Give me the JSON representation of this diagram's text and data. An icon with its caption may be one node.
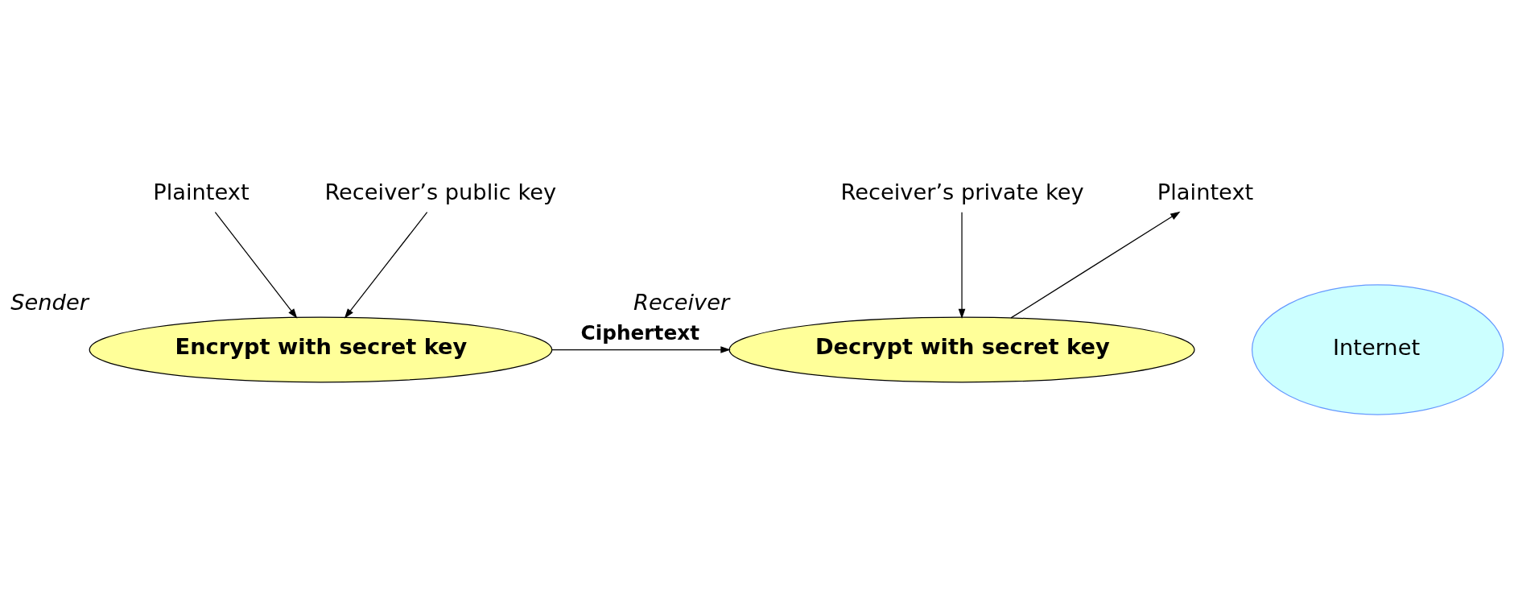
{
  "diagram": {
    "nodes": [
      {
        "text": [
          "Plaintext"
        ]
      },
      {
        "text": [
          "Receiver’s public key"
        ]
      },
      {
        "text": [
          "Plaintext"
        ]
      },
      {
        "text": [
          "Receiver’s private key"
        ]
      },
      {
        "text": [
          "Encrypt with secret key"
        ],
        "beside": [
          "Sender"
        ]
      },
      {
        "text": [
          "Internet"
        ]
      },
      {
        "text": [
          "Decrypt with secret key"
        ],
        "beside": [
          "Receiver"
        ]
      }
    ],
    "edges": [
      {
        "from": 0,
        "to": 4,
        "arrow": "to"
      },
      {
        "from": 1,
        "to": 4,
        "arrow": "to"
      },
      {
        "from": 4,
        "to": 6,
        "arrow": "to",
        "label": "Ciphertext"
      },
      {
        "from": 6,
        "to": 2,
        "arrow": "to"
      },
      {
        "from": 3,
        "to": 6,
        "arrow": "to"
      }
    ]
  }
}
